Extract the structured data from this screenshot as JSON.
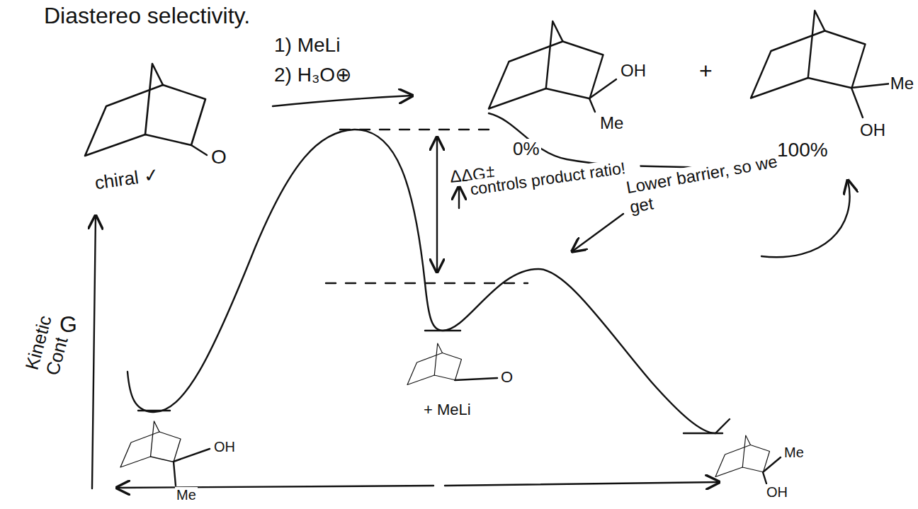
{
  "diagram": {
    "title": "Diastereo selectivity.",
    "labels": [
      "1) MeLi",
      "2) H₃O⊕",
      "chiral ✓",
      "O",
      "OH",
      "Me",
      "+",
      "Me",
      "OH",
      "ΔΔG‡",
      "0%",
      "controls product ratio!",
      "Lower barrier, so we get",
      "100%",
      "Kinetic Control:",
      "G",
      "O",
      "+ MeLi",
      "OH",
      "Me",
      "Me",
      "OH"
    ]
  }
}
